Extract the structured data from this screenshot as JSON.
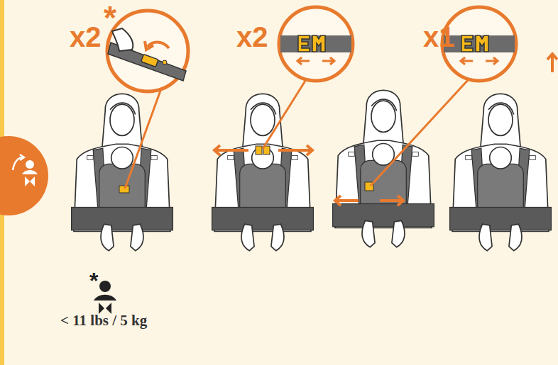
{
  "diagram": {
    "labels": [
      "*",
      "x2",
      "x2",
      "x1",
      "*",
      "< 11 lbs / 5 kg"
    ]
  }
}
